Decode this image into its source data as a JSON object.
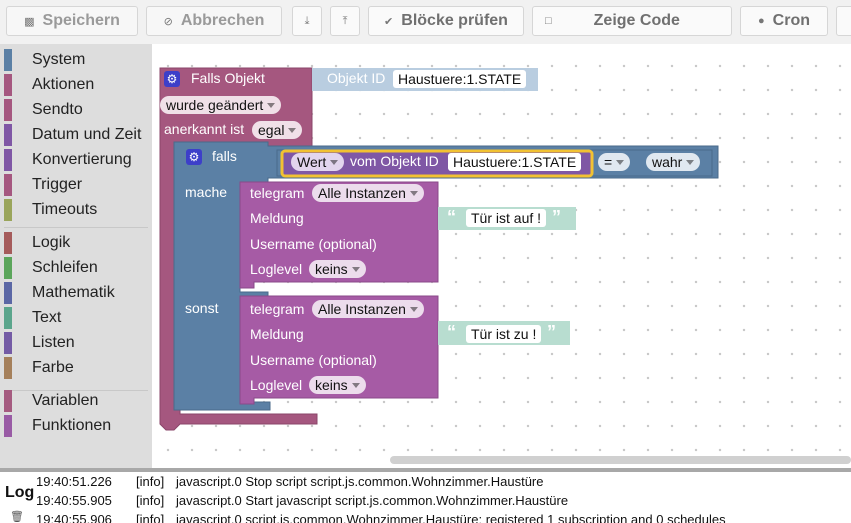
{
  "toolbar": {
    "save": "Speichern",
    "cancel": "Abbrechen",
    "check_blocks": "Blöcke prüfen",
    "show_code": "Zeige Code",
    "cron": "Cron"
  },
  "categories": [
    {
      "label": "System",
      "color": "#5b80a5"
    },
    {
      "label": "Aktionen",
      "color": "#a5577f"
    },
    {
      "label": "Sendto",
      "color": "#a5577f"
    },
    {
      "label": "Datum und Zeit",
      "color": "#7f57a5"
    },
    {
      "label": "Konvertierung",
      "color": "#7f57a5"
    },
    {
      "label": "Trigger",
      "color": "#a5577f"
    },
    {
      "label": "Timeouts",
      "color": "#9aa55b"
    },
    {
      "label": "Logik",
      "color": "#a55b5b"
    },
    {
      "label": "Schleifen",
      "color": "#5ba55b"
    },
    {
      "label": "Mathematik",
      "color": "#5b67a5"
    },
    {
      "label": "Text",
      "color": "#5ba58c"
    },
    {
      "label": "Listen",
      "color": "#745ba5"
    },
    {
      "label": "Farbe",
      "color": "#a5805b"
    },
    {
      "label": "Variablen",
      "color": "#a55b80"
    },
    {
      "label": "Funktionen",
      "color": "#995ba5"
    }
  ],
  "trigger": {
    "title": "Falls Objekt",
    "object_label": "Objekt ID",
    "object_id": "Haustuere:1.STATE",
    "change": "wurde geändert",
    "ack_label": "anerkannt ist",
    "ack_value": "egal"
  },
  "if_block": {
    "if_label": "falls",
    "do_label": "mache",
    "else_label": "sonst",
    "cond_value": "Wert",
    "cond_from": "vom Objekt ID",
    "cond_object": "Haustuere:1.STATE",
    "cond_op": "=",
    "cond_bool": "wahr"
  },
  "telegram_labels": {
    "title": "telegram",
    "instance": "Alle Instanzen",
    "message": "Meldung",
    "username": "Username (optional)",
    "loglevel": "Loglevel",
    "loglevel_value": "keins"
  },
  "messages": {
    "open": "Tür ist auf !",
    "closed": "Tür ist zu !"
  },
  "log": {
    "title": "Log",
    "rows": [
      {
        "time": "19:40:51.226",
        "level": "[info]",
        "msg": "javascript.0 Stop script script.js.common.Wohnzimmer.Haustüre"
      },
      {
        "time": "19:40:55.905",
        "level": "[info]",
        "msg": "javascript.0 Start javascript script.js.common.Wohnzimmer.Haustüre"
      },
      {
        "time": "19:40:55.906",
        "level": "[info]",
        "msg": "javascript.0 script.js.common.Wohnzimmer.Haustüre: registered 1 subscription and 0 schedules"
      }
    ]
  }
}
